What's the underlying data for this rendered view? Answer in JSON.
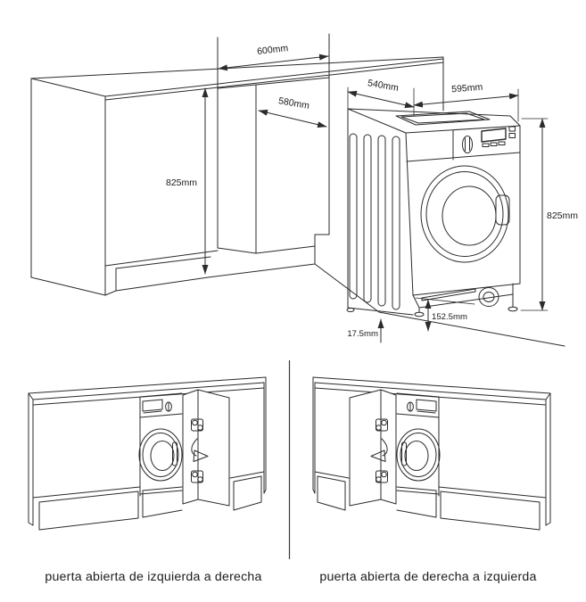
{
  "colors": {
    "line": "#2b2b2b",
    "text": "#1a1a1a",
    "background": "#ffffff"
  },
  "installation_view": {
    "dimensions": {
      "niche_width": "600mm",
      "niche_depth": "580mm",
      "niche_height": "825mm",
      "machine_depth": "540mm",
      "machine_width": "595mm",
      "machine_height": "825mm",
      "base_height": "152.5mm",
      "foot_clearance": "17.5mm"
    }
  },
  "door_views": {
    "left_caption": "puerta abierta de izquierda a derecha",
    "right_caption": "puerta abierta de derecha a izquierda"
  }
}
